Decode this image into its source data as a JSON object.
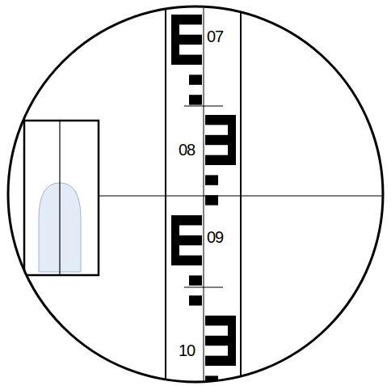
{
  "diagram": {
    "labels": [
      "07",
      "08",
      "09",
      "10"
    ]
  }
}
